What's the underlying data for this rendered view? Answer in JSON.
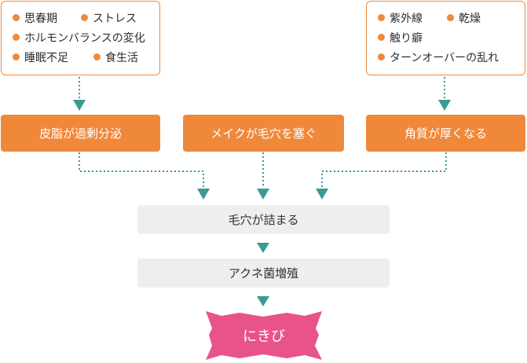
{
  "colors": {
    "accent": "#f0883a",
    "arrow": "#3d9a90",
    "pink": "#e8538a",
    "gray_box": "#eeeeee"
  },
  "left_causes": [
    "思春期",
    "ストレス",
    "ホルモンバランスの変化",
    "睡眠不足",
    "食生活"
  ],
  "right_causes": [
    "紫外線",
    "乾燥",
    "触り癖",
    "ターンオーバーの乱れ"
  ],
  "factors": {
    "left": "皮脂が過剰分泌",
    "center": "メイクが毛穴を塞ぐ",
    "right": "角質が厚くなる"
  },
  "steps": [
    "毛穴が詰まる",
    "アクネ菌増殖"
  ],
  "result": "にきび"
}
